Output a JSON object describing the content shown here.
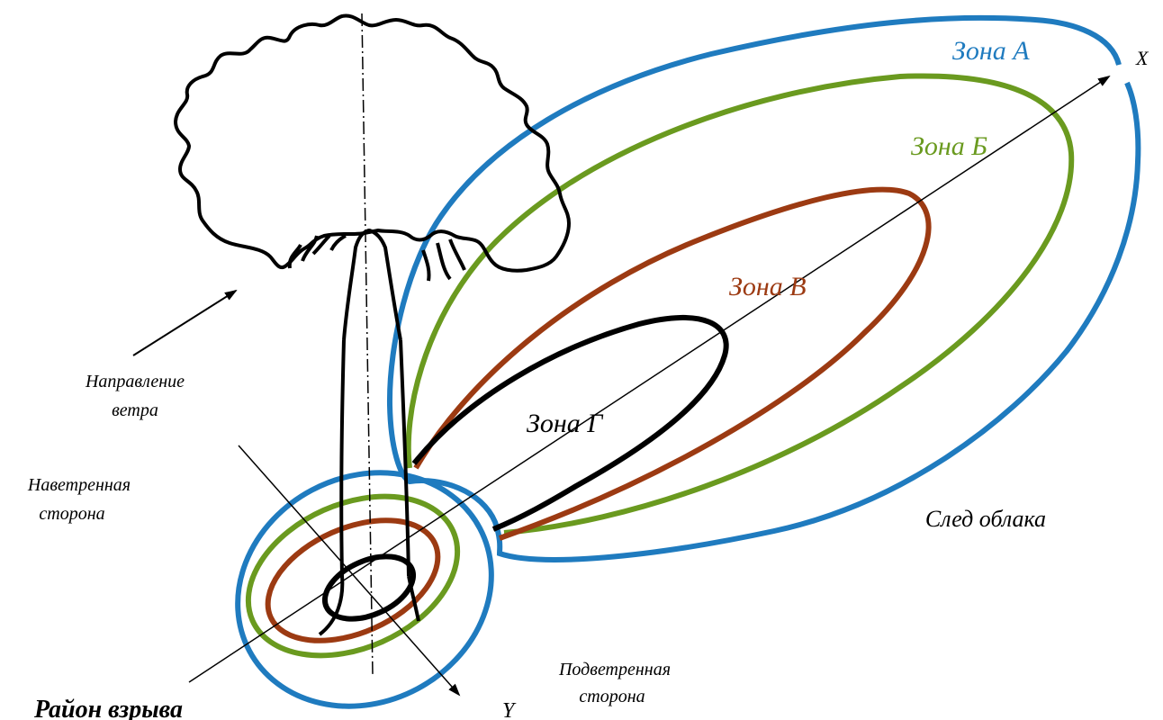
{
  "labels": {
    "zone_a": "Зона А",
    "zone_b": "Зона Б",
    "zone_v": "Зона В",
    "zone_g": "Зона Г",
    "axis_x": "X",
    "axis_y": "Y",
    "wind_line1": "Направление",
    "wind_line2": "ветра",
    "windward_line1": "Наветренная",
    "windward_line2": "сторона",
    "leeward_line1": "Подветренная",
    "leeward_line2": "сторона",
    "trace": "След облака",
    "explosion": "Район взрыва"
  },
  "colors": {
    "zone_a": "#1f7bbf",
    "zone_b": "#6a9a1f",
    "zone_v": "#9c3a12",
    "zone_g": "#000000",
    "line": "#000000"
  }
}
